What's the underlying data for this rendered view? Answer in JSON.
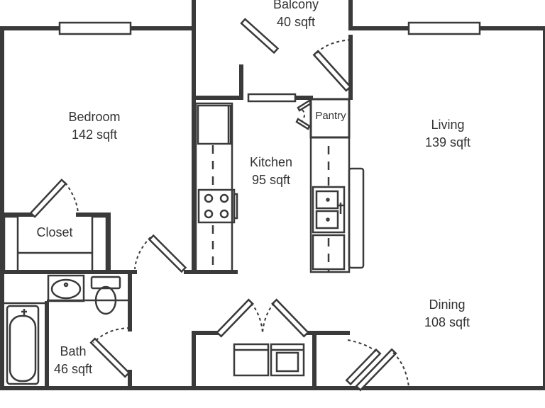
{
  "rooms": {
    "balcony": {
      "name": "Balcony",
      "area": "40 sqft"
    },
    "bedroom": {
      "name": "Bedroom",
      "area": "142 sqft"
    },
    "kitchen": {
      "name": "Kitchen",
      "area": "95 sqft"
    },
    "pantry": {
      "name": "Pantry"
    },
    "living": {
      "name": "Living",
      "area": "139 sqft"
    },
    "closet": {
      "name": "Closet"
    },
    "dining": {
      "name": "Dining",
      "area": "108 sqft"
    },
    "bath": {
      "name": "Bath",
      "area": "46 sqft"
    }
  },
  "colors": {
    "wall": "#3a3a3a",
    "background": "#ffffff",
    "text": "#333333"
  }
}
